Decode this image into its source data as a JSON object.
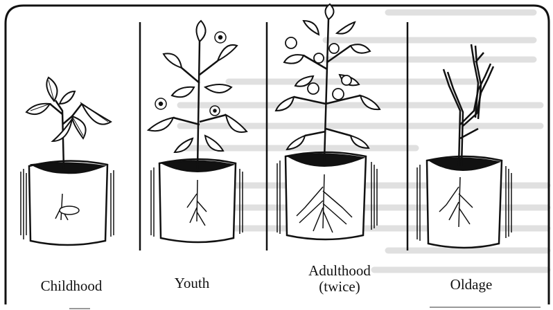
{
  "figure": {
    "stages": [
      {
        "id": "childhood",
        "label": "Childhood"
      },
      {
        "id": "youth",
        "label": "Youth"
      },
      {
        "id": "adulthood",
        "label": "Adulthood",
        "sublabel": "(twice)"
      },
      {
        "id": "oldage",
        "label": "Oldage"
      }
    ],
    "colors": {
      "ink": "#111111",
      "paper": "#ffffff",
      "ghost_text": "#9a9a9a"
    }
  }
}
